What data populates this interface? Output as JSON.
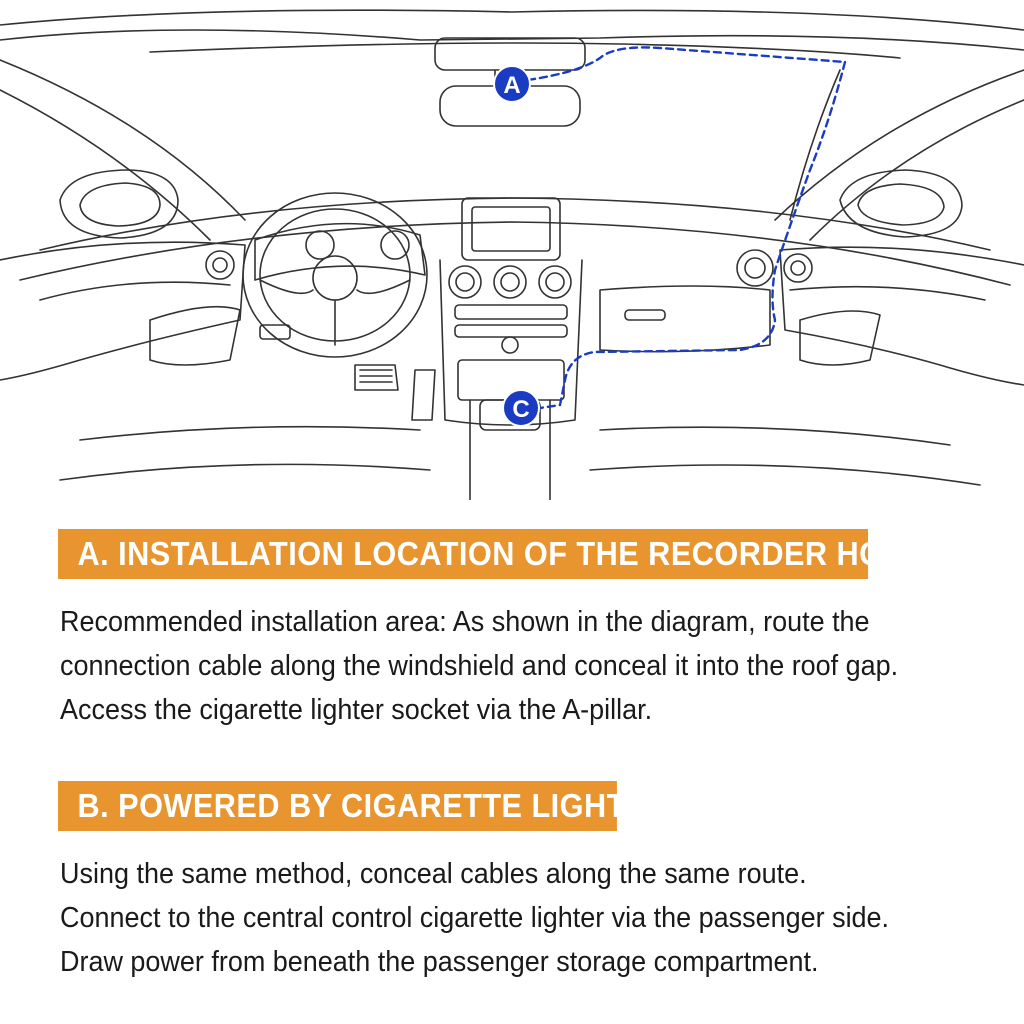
{
  "diagram": {
    "markers": {
      "a": "A",
      "c": "C"
    },
    "colors": {
      "marker_fill": "#1a3cc2",
      "cable": "#1a3cc2",
      "line_art": "#333333"
    }
  },
  "section_a": {
    "title": "A. INSTALLATION LOCATION OF THE RECORDER HOST",
    "lines": [
      "Recommended installation area: As shown in the diagram, route the",
      "connection cable along the windshield and conceal it into the roof gap.",
      "Access the cigarette lighter socket via the A-pillar."
    ]
  },
  "section_b": {
    "title": "B. POWERED BY CIGARETTE LIGHTER",
    "lines": [
      "Using the same method, conceal cables along the same route.",
      "Connect to the central control cigarette lighter via the passenger side.",
      "Draw power from beneath the passenger storage compartment."
    ]
  },
  "colors": {
    "header_background": "#e8952f",
    "header_text": "#ffffff",
    "body_text": "#1a1a1a"
  }
}
